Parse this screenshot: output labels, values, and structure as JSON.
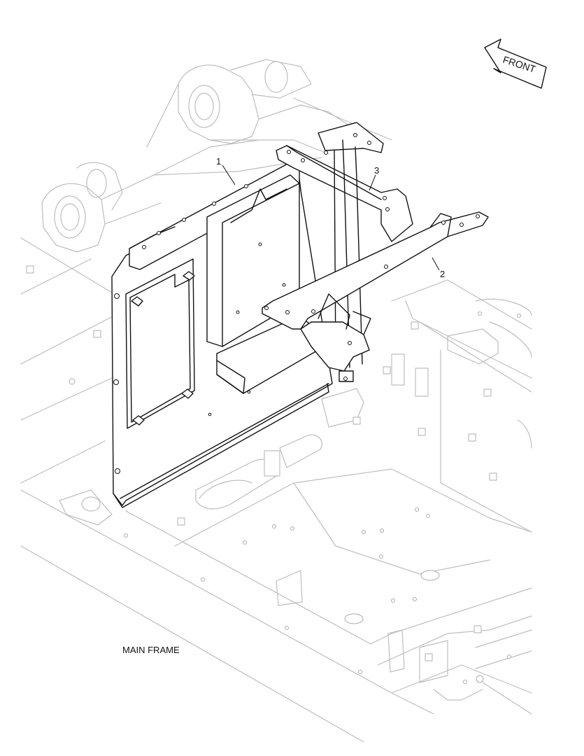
{
  "diagram": {
    "callouts": [
      {
        "id": "1",
        "label": "1"
      },
      {
        "id": "2",
        "label": "2"
      },
      {
        "id": "3",
        "label": "3"
      }
    ],
    "front_arrow_label": "FRONT",
    "main_frame_label": "MAIN FRAME"
  }
}
